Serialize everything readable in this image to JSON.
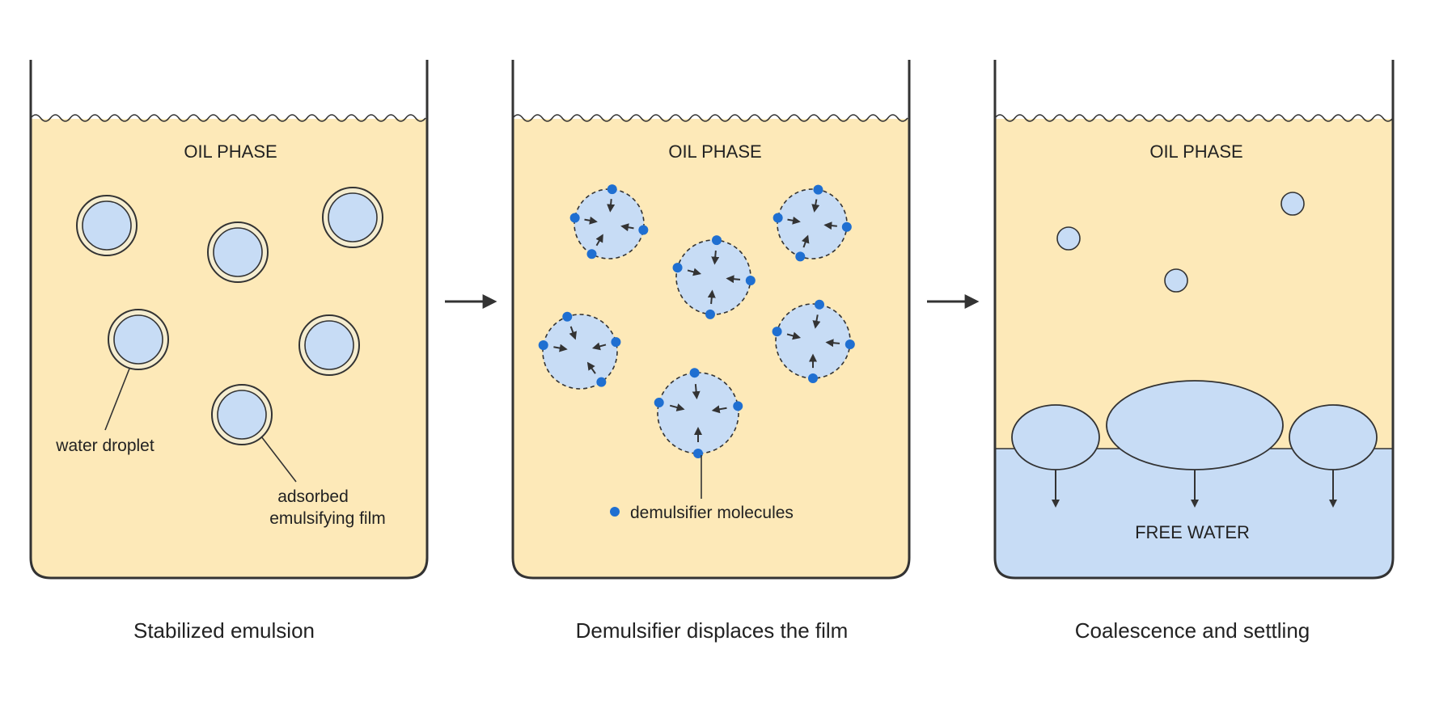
{
  "panels": [
    {
      "oil_label": "OIL PHASE",
      "caption": "Stabilized emulsion",
      "callouts": {
        "water_droplet": "water droplet",
        "film_line1": "adsorbed",
        "film_line2": "emulsifying film"
      }
    },
    {
      "oil_label": "OIL PHASE",
      "caption": "Demulsifier displaces the film",
      "callouts": {
        "demulsifier": "demulsifier molecules"
      }
    },
    {
      "oil_label": "OIL PHASE",
      "caption": "Coalescence and settling",
      "water_label": "FREE WATER"
    }
  ],
  "colors": {
    "oil": "#fde9b8",
    "water": "#c7dcf5",
    "outline": "#333333",
    "demulsifier": "#1f6fd1",
    "film": "#f5edd0"
  }
}
